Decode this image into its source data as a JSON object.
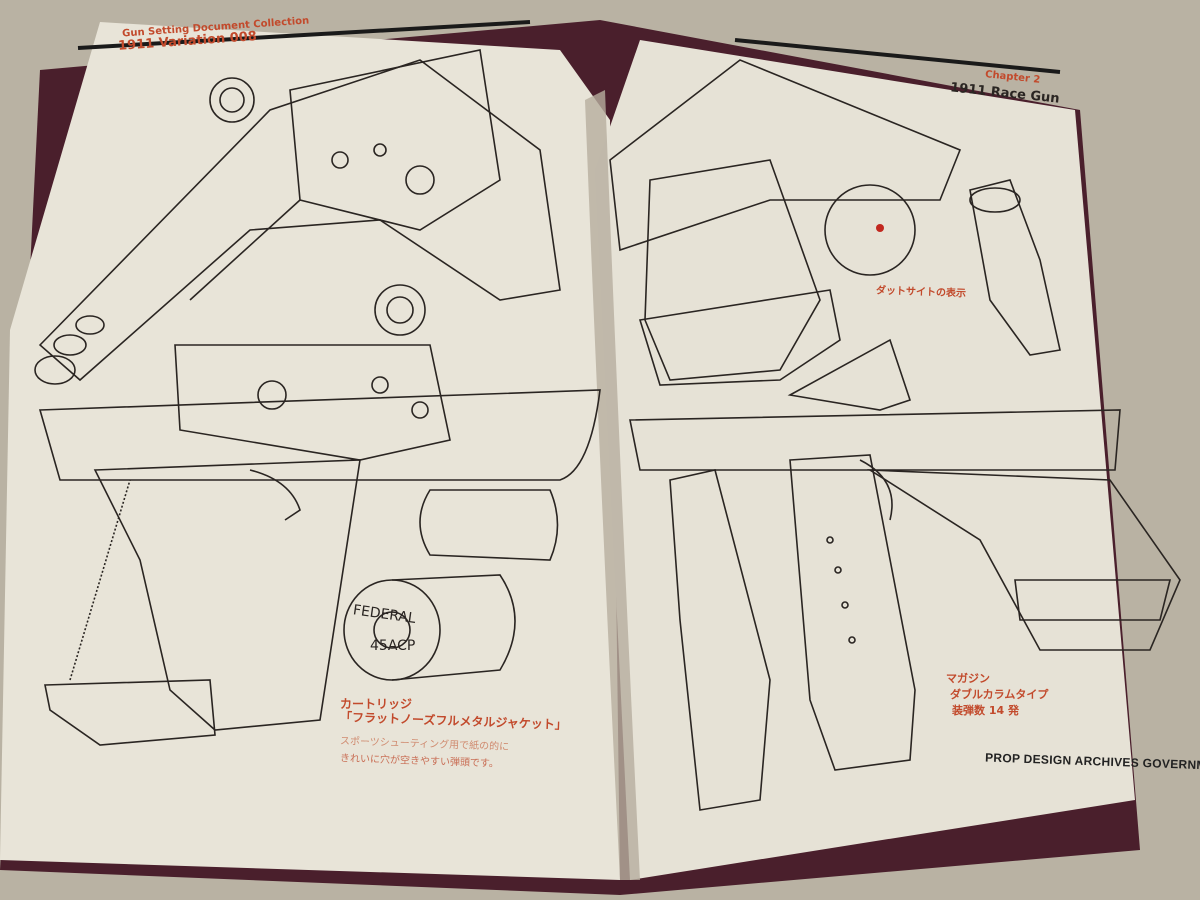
{
  "left_page": {
    "series_title": "Gun Setting Document Collection",
    "page_title": "1911 Variation 008",
    "cartridge_caption": {
      "title": "カートリッジ",
      "name": "「フラットノーズフルメタルジャケット」",
      "line1": "スポーツシューティング用で紙の的に",
      "line2": "きれいに穴が空きやすい弾頭です。"
    },
    "cartridge_headstamp": [
      "FEDERAL",
      "45ACP"
    ]
  },
  "right_page": {
    "chapter": "Chapter 2",
    "page_title": "1911 Race Gun",
    "dot_sight_caption": "ダットサイトの表示",
    "magazine_caption": {
      "line1": "マガジン",
      "line2": "ダブルカラムタイプ",
      "line3": "装弾数 14 発"
    },
    "footer": "PROP DESIGN ARCHIVES GOVERNMENT F"
  },
  "colors": {
    "accent": "#c24a2c",
    "paper": "#e9e5da",
    "background": "#b9b2a3",
    "cover": "#4a1f2c"
  }
}
